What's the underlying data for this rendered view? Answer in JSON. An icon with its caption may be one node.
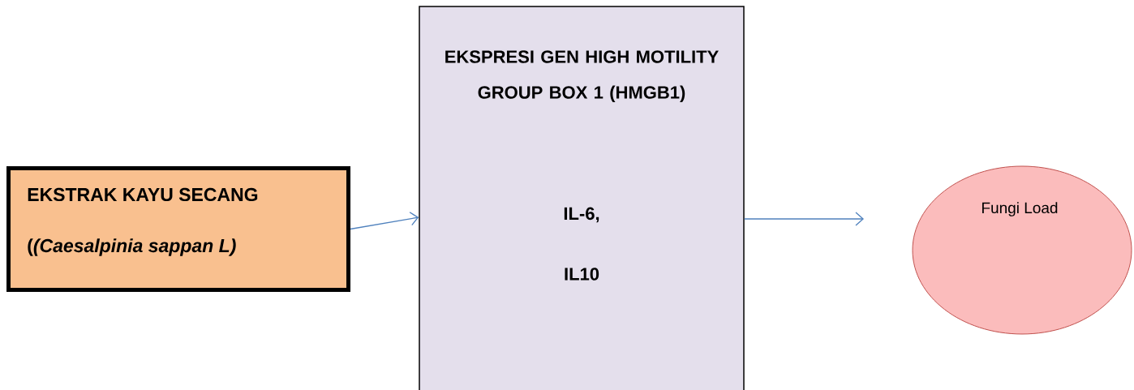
{
  "diagram": {
    "nodes": [
      {
        "text": [
          "EKSTRAK KAYU SECANG",
          "(*(Caesalpinia sappan L)*"
        ]
      },
      {
        "text": [
          "EKSPRESI GEN HIGH MOTILITY GROUP BOX 1 (HMGB1)",
          "IL-6,",
          "IL10"
        ]
      },
      {
        "text": [
          "Fungi Load"
        ]
      }
    ],
    "edges": [
      {
        "from": 0,
        "to": 1,
        "arrow": "to"
      },
      {
        "from": 1,
        "to": null,
        "arrow": "to"
      }
    ]
  }
}
